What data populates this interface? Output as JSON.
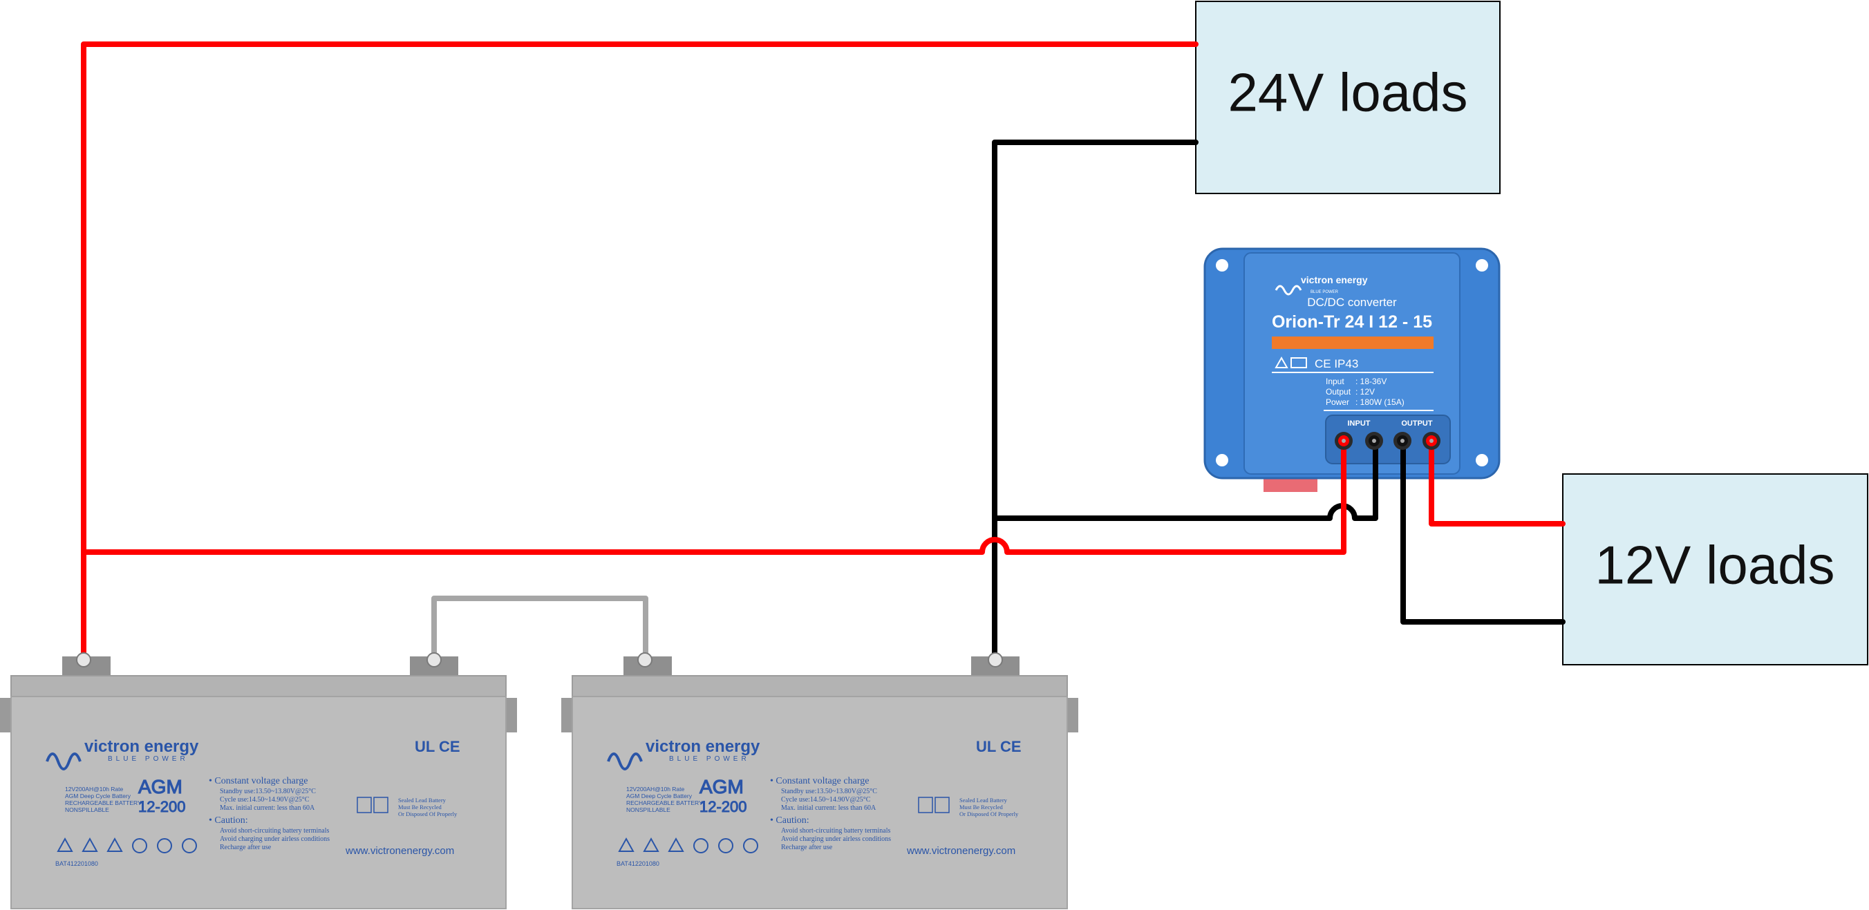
{
  "loads": {
    "v24_label": "24V loads",
    "v12_label": "12V loads"
  },
  "converter": {
    "brand": "victron energy",
    "brand_tagline": "BLUE POWER",
    "type_line": "DC/DC converter",
    "model": "Orion-Tr 24 I 12 - 15",
    "cert_marks": "CE IP43",
    "specs": [
      {
        "name": "Input",
        "value": ": 18-36V"
      },
      {
        "name": "Output",
        "value": ": 12V"
      },
      {
        "name": "Power",
        "value": ": 180W (15A)"
      }
    ],
    "input_label": "INPUT",
    "output_label": "OUTPUT"
  },
  "batteries": [
    {
      "brand": "victron energy",
      "brand_tagline": "BLUE POWER",
      "chemistry": "AGM",
      "model": "12-200",
      "left_info": [
        "12V200AH@10h Rate",
        "AGM Deep Cycle Battery",
        "RECHARGEABLE BATTERY",
        "NONSPILLABLE"
      ],
      "charge_title": "• Constant voltage charge",
      "charge_lines": [
        "Standby use:13.50~13.80V@25°C",
        "Cycle    use:14.50~14.90V@25°C",
        "Max. initial current: less than 60A"
      ],
      "caution_title": "• Caution:",
      "caution_lines": [
        "Avoid short-circuiting battery terminals",
        "Avoid charging under airless conditions",
        "Recharge after use"
      ],
      "recycle_lines": [
        "Sealed Lead Battery",
        "Must Be Recycled",
        "Or Disposed Of Properly"
      ],
      "website": "www.victronenergy.com",
      "serial": "BAT412201080",
      "cert_marks": "UL CE"
    },
    {
      "brand": "victron energy",
      "brand_tagline": "BLUE POWER",
      "chemistry": "AGM",
      "model": "12-200",
      "left_info": [
        "12V200AH@10h Rate",
        "AGM Deep Cycle Battery",
        "RECHARGEABLE BATTERY",
        "NONSPILLABLE"
      ],
      "charge_title": "• Constant voltage charge",
      "charge_lines": [
        "Standby use:13.50~13.80V@25°C",
        "Cycle    use:14.50~14.90V@25°C",
        "Max. initial current: less than 60A"
      ],
      "caution_title": "• Caution:",
      "caution_lines": [
        "Avoid short-circuiting battery terminals",
        "Avoid charging under airless conditions",
        "Recharge after use"
      ],
      "recycle_lines": [
        "Sealed Lead Battery",
        "Must Be Recycled",
        "Or Disposed Of Properly"
      ],
      "website": "www.victronenergy.com",
      "serial": "BAT412201080",
      "cert_marks": "UL CE"
    }
  ],
  "colors": {
    "positive_wire": "#ff0000",
    "negative_wire": "#000000",
    "series_link": "#a6a6a6",
    "load_box_fill": "#dbeef4",
    "converter_body": "#3d82d4",
    "converter_stripe": "#f07a2a",
    "battery_body": "#bdbdbd",
    "brand_blue": "#2a55a8"
  }
}
